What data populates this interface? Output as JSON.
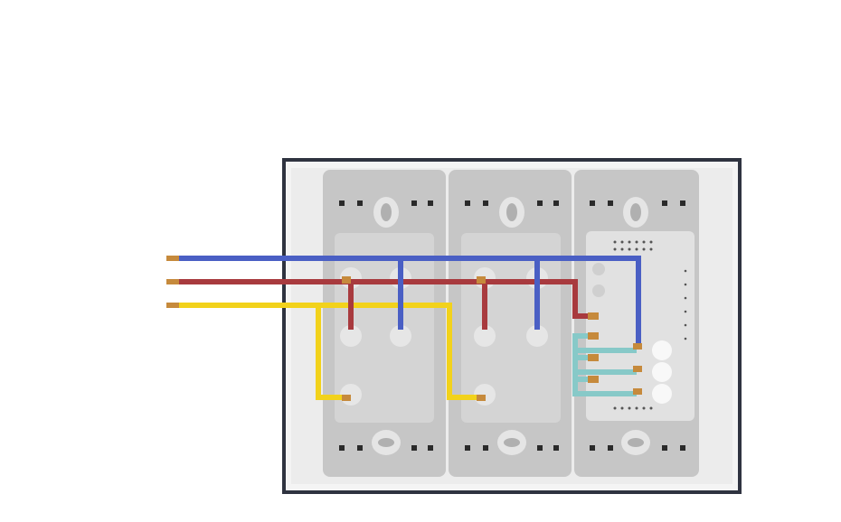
{
  "product": {
    "modules": [
      {
        "id": "socket-1",
        "kind": "power-socket"
      },
      {
        "id": "socket-2",
        "kind": "power-socket"
      },
      {
        "id": "switch",
        "kind": "touch-switch"
      }
    ]
  },
  "wires": {
    "live": {
      "color": "#4a5fc4",
      "name": "blue-wire"
    },
    "neutral": {
      "color": "#a83a3e",
      "name": "red-wire"
    },
    "earth": {
      "color": "#f2d21b",
      "name": "yellow-wire"
    },
    "switch_jumpers": {
      "color": "#87c9c8",
      "name": "teal-jumper-wires"
    },
    "copper_tip": "#c68a3c"
  },
  "colors": {
    "frame": "#2f3340",
    "plate": "#f1f1f1",
    "module": "#c9c9c9",
    "terminal_block": "#d7d7d7"
  }
}
